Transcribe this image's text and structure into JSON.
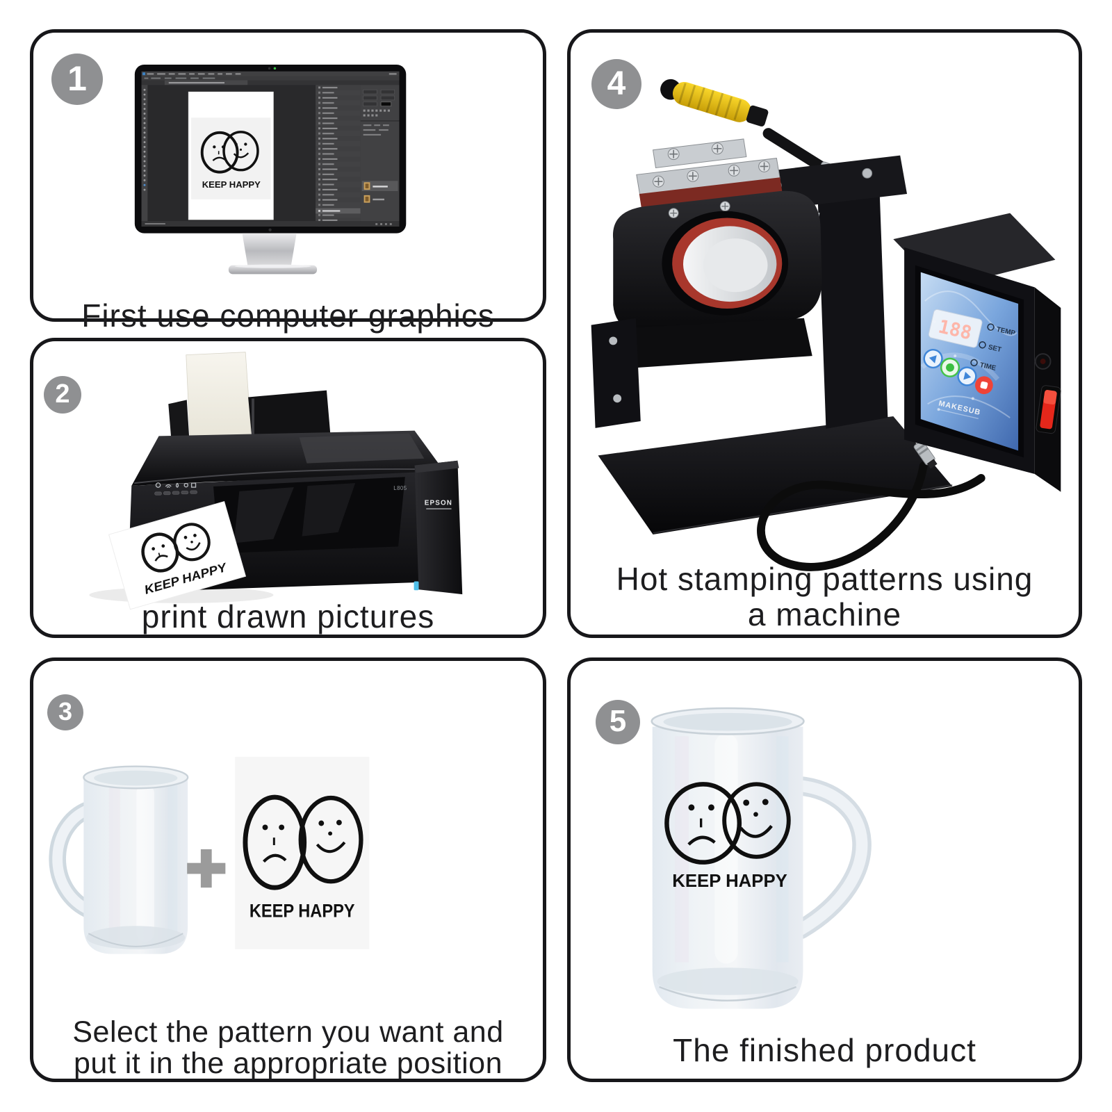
{
  "poster": {
    "background": "#ffffff",
    "panel_border_color": "#17171a",
    "badge_color": "#8f9092"
  },
  "artwork": {
    "text": "KEEP HAPPY"
  },
  "steps": {
    "step1": {
      "number": "1",
      "caption": "First use computer graphics"
    },
    "step2": {
      "number": "2",
      "caption": "print drawn pictures",
      "printer_brand": "EPSON",
      "printer_model": "L805"
    },
    "step3": {
      "number": "3",
      "caption_line1": "Select the pattern you want and",
      "caption_line2": "put it in the appropriate position",
      "plus_sign": "+"
    },
    "step4": {
      "number": "4",
      "caption_line1": "Hot stamping patterns using",
      "caption_line2": "a machine",
      "screen_brand": "MAKESUB",
      "display_value": "188",
      "indicators": {
        "temp": "TEMP",
        "set": "SET",
        "time": "TIME"
      }
    },
    "step5": {
      "number": "5",
      "caption": "The finished product"
    }
  },
  "colors": {
    "accent_yellow": "#f2c61d",
    "accent_red": "#e0231a",
    "screen_blue": "#7aa6dd",
    "plus_gray": "#9b9b9b"
  }
}
